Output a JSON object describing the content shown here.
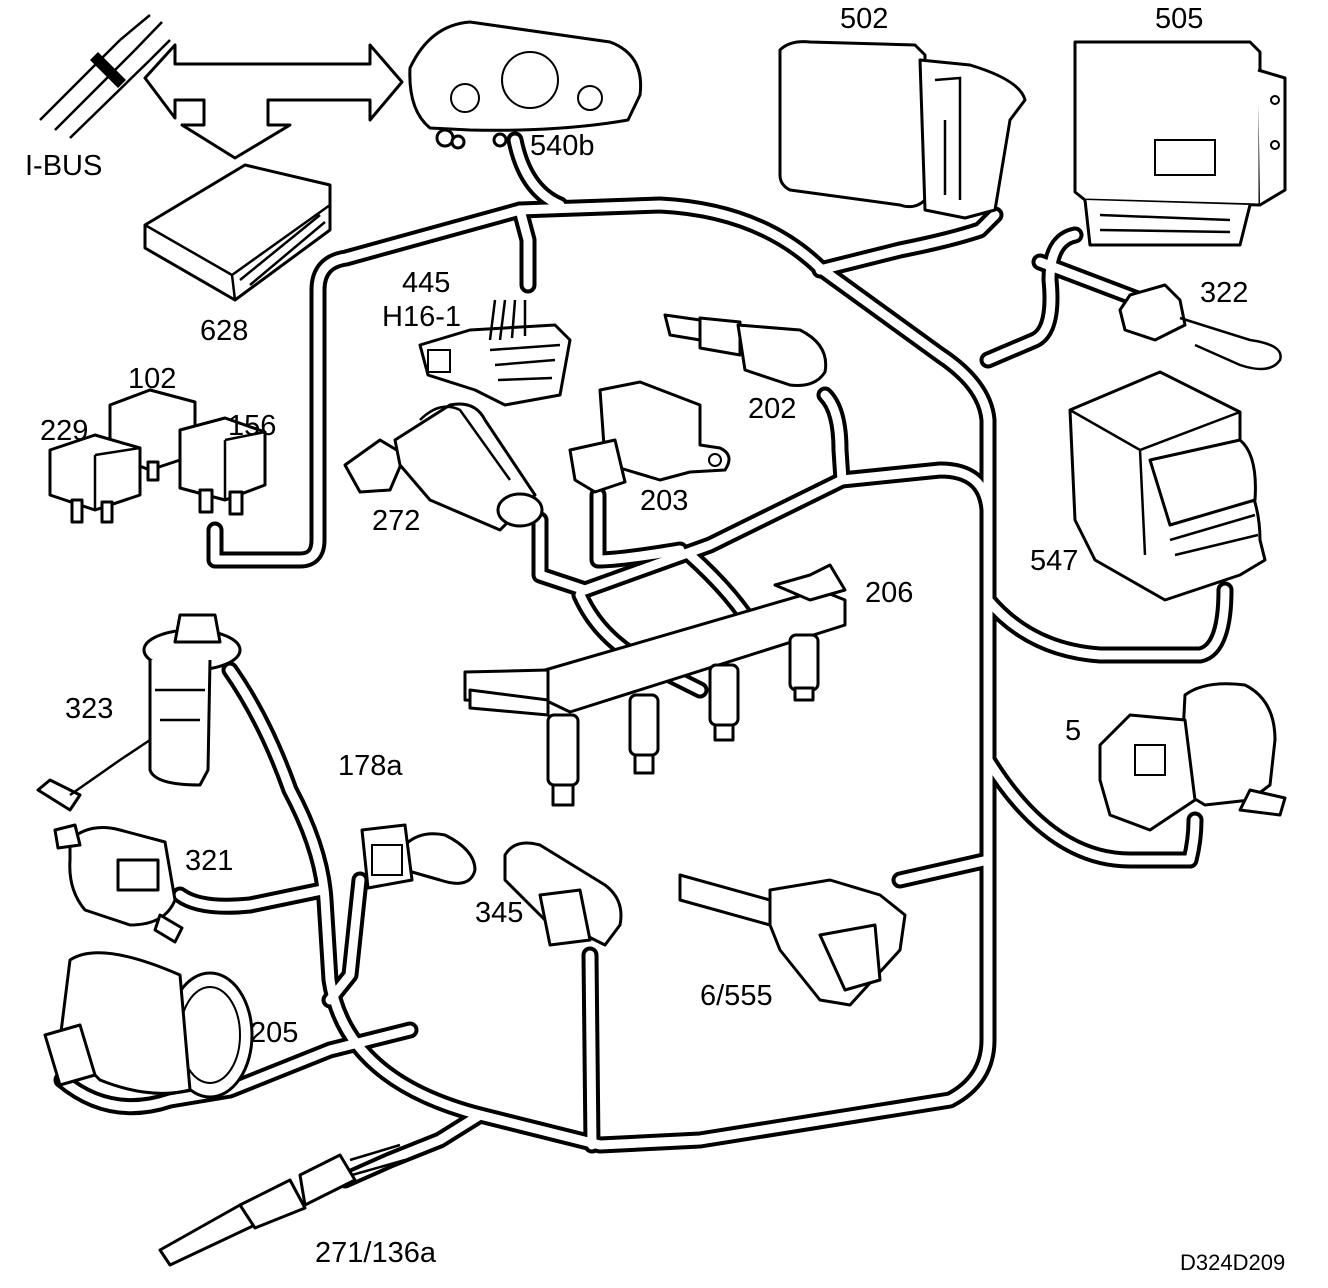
{
  "labels": {
    "ibus": "I-BUS",
    "c540b": "540b",
    "c502": "502",
    "c505": "505",
    "c628": "628",
    "c445": "445",
    "h161": "H16-1",
    "c322": "322",
    "c202": "202",
    "c102": "102",
    "c229": "229",
    "c156": "156",
    "c272": "272",
    "c203": "203",
    "c547": "547",
    "c206": "206",
    "c323": "323",
    "c178a": "178a",
    "c5": "5",
    "c321": "321",
    "c345": "345",
    "c6555": "6/555",
    "c205": "205",
    "c271136a": "271/136a",
    "drawing_id": "D324D209"
  }
}
